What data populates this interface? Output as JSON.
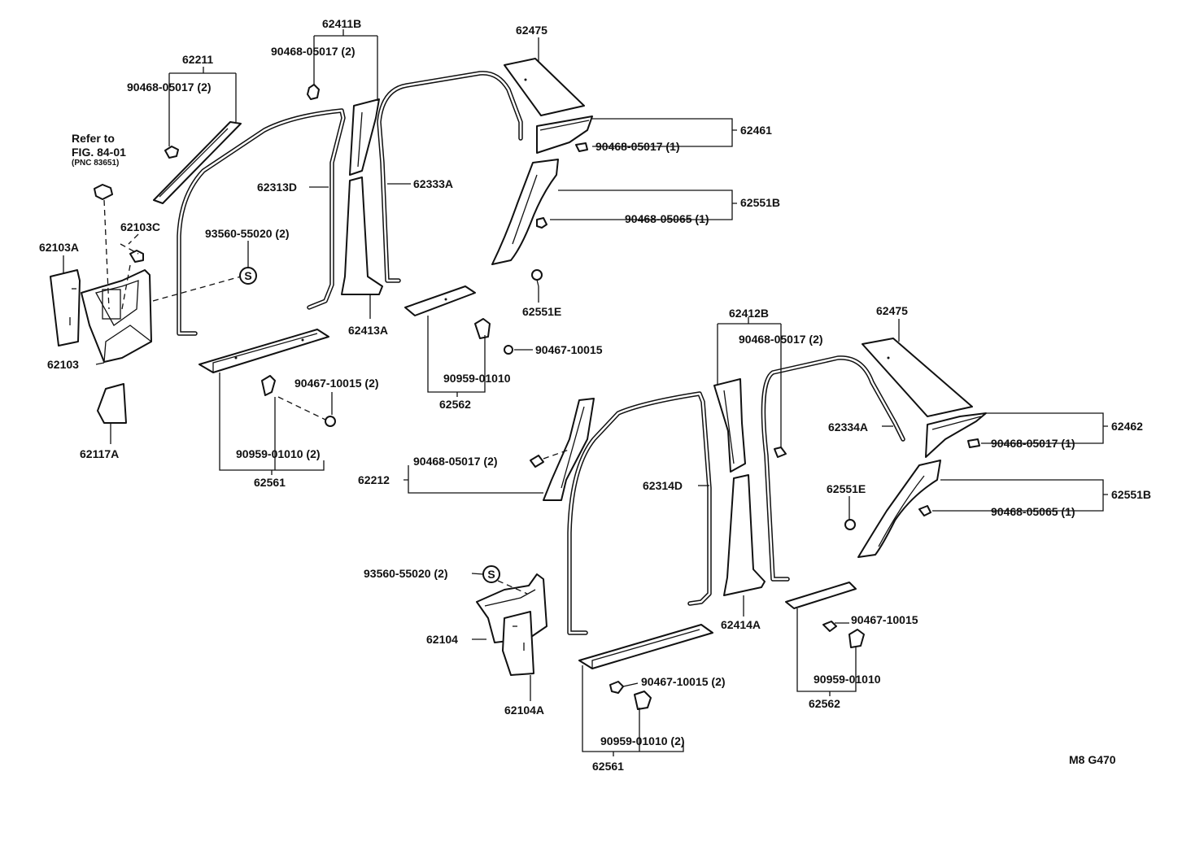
{
  "labels": {
    "l62411B": "62411B",
    "l62475a": "62475",
    "l90468_05017_2a": "90468-05017 (2)",
    "l62211": "62211",
    "l90468_05017_2b": "90468-05017 (2)",
    "l62461": "62461",
    "l90468_05017_1a": "90468-05017 (1)",
    "refer1": "Refer to",
    "refer2": "FIG. 84-01",
    "refer3": "(PNC 83651)",
    "l62313D": "62313D",
    "l62333A": "62333A",
    "l62551Ba": "62551B",
    "l90468_05065_1a": "90468-05065 (1)",
    "l62103C": "62103C",
    "l93560_55020_2a": "93560-55020 (2)",
    "l62103A": "62103A",
    "l62551Ea": "62551E",
    "l62413A": "62413A",
    "l90467_10015a": "90467-10015",
    "l62103": "62103",
    "l90467_10015_2a": "90467-10015 (2)",
    "l90959_01010a": "90959-01010",
    "l62562a": "62562",
    "l62117A": "62117A",
    "l90959_01010_2a": "90959-01010 (2)",
    "l62561a": "62561",
    "l62412B": "62412B",
    "l62475b": "62475",
    "l90468_05017_2c": "90468-05017 (2)",
    "l62334A": "62334A",
    "l62462": "62462",
    "l90468_05017_1b": "90468-05017 (1)",
    "l90468_05017_2d": "90468-05017 (2)",
    "l62212": "62212",
    "l62314D": "62314D",
    "l62551Eb": "62551E",
    "l62551Bb": "62551B",
    "l90468_05065_1b": "90468-05065 (1)",
    "l93560_55020_2b": "93560-55020 (2)",
    "l62414A": "62414A",
    "l90467_10015b": "90467-10015",
    "l62104": "62104",
    "l90467_10015_2b": "90467-10015 (2)",
    "l90959_01010b": "90959-01010",
    "l62562b": "62562",
    "l62104A": "62104A",
    "l90959_01010_2b": "90959-01010 (2)",
    "l62561b": "62561",
    "figcode": "M8 G470",
    "s1": "S",
    "s2": "S"
  }
}
